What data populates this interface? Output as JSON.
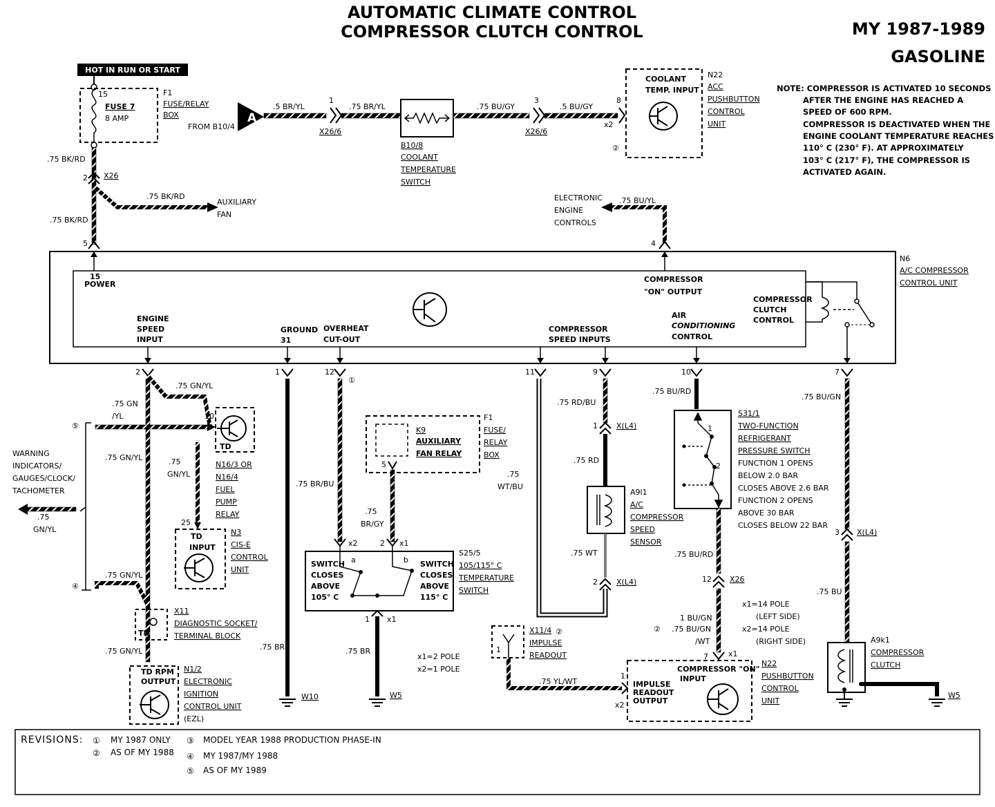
{
  "header": {
    "title_line1": "AUTOMATIC CLIMATE CONTROL",
    "title_line2": "COMPRESSOR CLUTCH CONTROL",
    "model_years": "MY 1987-1989",
    "engine": "GASOLINE"
  },
  "note": {
    "lines": [
      "NOTE: COMPRESSOR IS ACTIVATED 10 SECONDS",
      "AFTER THE ENGINE HAS REACHED A",
      "SPEED OF 600 RPM.",
      "COMPRESSOR IS DEACTIVATED WHEN THE",
      "ENGINE COOLANT TEMPERATURE REACHES",
      "110° C (230° F). AT APPROXIMATELY",
      "103° C (217° F), THE COMPRESSOR IS",
      "ACTIVATED AGAIN."
    ]
  },
  "power": {
    "hot_label": "HOT IN RUN OR START",
    "fuse_pin": "15",
    "fuse_name": "FUSE 7",
    "fuse_rating": "8 AMP",
    "f1_code": "F1",
    "f1_line1": "FUSE/RELAY",
    "f1_line2": "BOX",
    "from_label": "FROM B10/4",
    "connector_a": "A"
  },
  "coolant_switch": {
    "code": "B10/8",
    "line1": "COOLANT",
    "line2": "TEMPERATURE",
    "line3": "SWITCH"
  },
  "acc_top": {
    "code": "N22",
    "line1": "ACC",
    "line2": "PUSHBUTTON",
    "line3": "CONTROL",
    "line4": "UNIT",
    "input_line1": "COOLANT",
    "input_line2": "TEMP. INPUT",
    "pin": "8",
    "conn": "x2",
    "rev_mark": "②"
  },
  "wires_top": {
    "w1": ".5 BR/YL",
    "w2": ".75 BR/YL",
    "w3": ".75 BU/GY",
    "w4": ".5 BU/GY",
    "pin1": "1",
    "pin3": "3",
    "conn1": "X26/6",
    "conn2": "X26/6",
    "fuse_out": ".75 BK/RD",
    "x26_pin": "2",
    "x26": "X26",
    "aux_wire": ".75 BK/RD",
    "aux_line1": "AUXILIARY",
    "aux_line2": "FAN",
    "to_n6": ".75 BK/RD",
    "n6_pin5": "5",
    "eec_line1": "ELECTRONIC",
    "eec_line2": "ENGINE",
    "eec_line3": "CONTROLS",
    "eec_wire": ".75 BU/YL",
    "n6_pin4": "4"
  },
  "n6": {
    "code": "N6",
    "line1": "A/C COMPRESSOR",
    "line2": "CONTROL UNIT",
    "power_pin": "15",
    "power": "POWER",
    "comp_out1": "COMPRESSOR",
    "comp_out2": "\"ON\" OUTPUT",
    "clutch1": "COMPRESSOR",
    "clutch2": "CLUTCH",
    "clutch3": "CONTROL",
    "eng1": "ENGINE",
    "eng2": "SPEED",
    "eng3": "INPUT",
    "gnd1": "GROUND",
    "gnd2": "31",
    "ovh1": "OVERHEAT",
    "ovh2": "CUT-OUT",
    "csi1": "COMPRESSOR",
    "csi2": "SPEED INPUTS",
    "air1": "AIR",
    "air2": "CONDITIONING",
    "air3": "CONTROL"
  },
  "pins": {
    "p2": "2",
    "p1": "1",
    "p12": "12",
    "p11": "11",
    "p9": "9",
    "p10": "10",
    "p7": "7",
    "rev1": "①"
  },
  "left_section": {
    "w_gnyl_top": ".75 GN/YL",
    "w_gn": ".75 GN",
    "w_yl": "/YL",
    "w_gnyl_mid": ".75 GN/YL",
    "w_75": ".75",
    "w_gnyl2": "GN/YL",
    "warn1": "WARNING",
    "warn2": "INDICATORS/",
    "warn3": "GAUGES/CLOCK/",
    "warn4": "TACHOMETER",
    "warn_w1": ".75",
    "warn_w2": "GN/YL",
    "rev5": "⑤",
    "rev4": "④",
    "w_gnyl_low": ".75 GN/YL",
    "w_gnyl_bot": ".75 GN/YL",
    "fp_pin": "10",
    "fp_td": "TD",
    "fp_code": "N16/3 OR",
    "fp_line1": "N16/4",
    "fp_line2": "FUEL",
    "fp_line3": "PUMP",
    "fp_line4": "RELAY",
    "cis_pin": "25",
    "cis_in1": "TD",
    "cis_in2": "INPUT",
    "cis_code": "N3",
    "cis_line1": "CIS-E",
    "cis_line2": "CONTROL",
    "cis_line3": "UNIT",
    "x11_code": "X11",
    "x11_line1": "DIAGNOSTIC SOCKET/",
    "x11_line2": "TERMINAL BLOCK",
    "x11_td": "TD",
    "ezl_out1": "TD RPM",
    "ezl_out2": "OUTPUT",
    "ezl_code": "N1/2",
    "ezl_line1": "ELECTRONIC",
    "ezl_line2": "IGNITION",
    "ezl_line3": "CONTROL UNIT",
    "ezl_line4": "(EZL)"
  },
  "ground_section": {
    "w_br": ".75 BR",
    "w10": "W10",
    "w_brbu": ".75 BR/BU",
    "k9_code": "K9",
    "k9_line1": "AUXILIARY",
    "k9_line2": "FAN RELAY",
    "k9_pin": "5",
    "f1_code": "F1",
    "f1_line1": "FUSE/",
    "f1_line2": "RELAY",
    "f1_line3": "BOX",
    "w_brgy1": ".75",
    "w_brgy2": "BR/GY",
    "s_pin2": "2",
    "s_x1": "x1",
    "s_x2": "x2",
    "s_left1": "SWITCH",
    "s_left2": "CLOSES",
    "s_left3": "ABOVE",
    "s_left4": "105° C",
    "s_right1": "SWITCH",
    "s_right2": "CLOSES",
    "s_right3": "ABOVE",
    "s_right4": "115° C",
    "s_a": "a",
    "s_b": "b",
    "s_code": "S25/5",
    "s_line1": "105/115° C",
    "s_line2": "TEMPERATURE",
    "s_line3": "SWITCH",
    "s_pin1": "1",
    "s_x1b": "x1",
    "w_br2": ".75 BR",
    "w5": "W5",
    "x1pole": "x1=2 POLE",
    "x2pole": "x2=1 POLE"
  },
  "speed_section": {
    "w_wtbu1": ".75",
    "w_wtbu2": "WT/BU",
    "w_rdbu": ".75 RD/BU",
    "xl4_pin1": "1",
    "xl4a": "X(L4)",
    "w_rd": ".75 RD",
    "a91_code": "A9l1",
    "a91_line1": "A/C",
    "a91_line2": "COMPRESSOR",
    "a91_line3": "SPEED",
    "a91_line4": "SENSOR",
    "w_wt": ".75 WT",
    "xl4_pin2": "2",
    "xl4b": "X(L4)",
    "x114_code": "X11/4",
    "x114_rev": "②",
    "x114_line1": "IMPULSE",
    "x114_line2": "READOUT",
    "x114_pin": "1",
    "w_ylwt": ".75 YL/WT"
  },
  "pressure_section": {
    "w_burd": ".75 BU/RD",
    "s31_code": "S31/1",
    "s31_line1": "TWO-FUNCTION",
    "s31_line2": "REFRIGERANT",
    "s31_line3": "PRESSURE SWITCH",
    "s31_f1": "FUNCTION 1 OPENS",
    "s31_f2": "BELOW 2.0 BAR",
    "s31_f3": "CLOSES ABOVE 2.6 BAR",
    "s31_f4": "FUNCTION 2 OPENS",
    "s31_f5": "ABOVE 30 BAR",
    "s31_f6": "CLOSES BELOW 22 BAR",
    "sw1": "1",
    "sw2": "2",
    "w_burd2": ".75 BU/RD",
    "x26_pin": "12",
    "x26": "X26",
    "pole1": "x1=14 POLE",
    "pole1b": "(LEFT SIDE)",
    "pole2": "x2=14 POLE",
    "pole2b": "(RIGHT SIDE)",
    "w_bugn1": "1 BU/GN",
    "w_bugn2": ".75 BU/GN",
    "w_bugn3": "/WT",
    "rev2": "②",
    "n22_pin7": "7",
    "n22_x1": "x1",
    "n22_in1": "COMPRESSOR \"ON\"",
    "n22_in2": "INPUT",
    "n22_pin1": "1",
    "n22_x2": "x2",
    "n22_imp1": "IMPULSE",
    "n22_imp2": "READOUT",
    "n22_imp3": "OUTPUT",
    "n22_code": "N22",
    "n22_line1": "PUSHBUTTON",
    "n22_line2": "CONTROL",
    "n22_line3": "UNIT"
  },
  "clutch_section": {
    "w_bugn": ".75 BU/GN",
    "xl4_pin": "3",
    "xl4": "X(L4)",
    "w_bu": ".75 BU",
    "a9_code": "A9k1",
    "a9_line1": "COMPRESSOR",
    "a9_line2": "CLUTCH",
    "w5": "W5"
  },
  "revisions": {
    "title": "REVISIONS:",
    "r1_mark": "①",
    "r1": "MY 1987 ONLY",
    "r2_mark": "②",
    "r2": "AS OF MY 1988",
    "r3_mark": "③",
    "r3": "MODEL YEAR 1988 PRODUCTION PHASE-IN",
    "r4_mark": "④",
    "r4": "MY 1987/MY 1988",
    "r5_mark": "⑤",
    "r5": "AS OF MY 1989"
  }
}
